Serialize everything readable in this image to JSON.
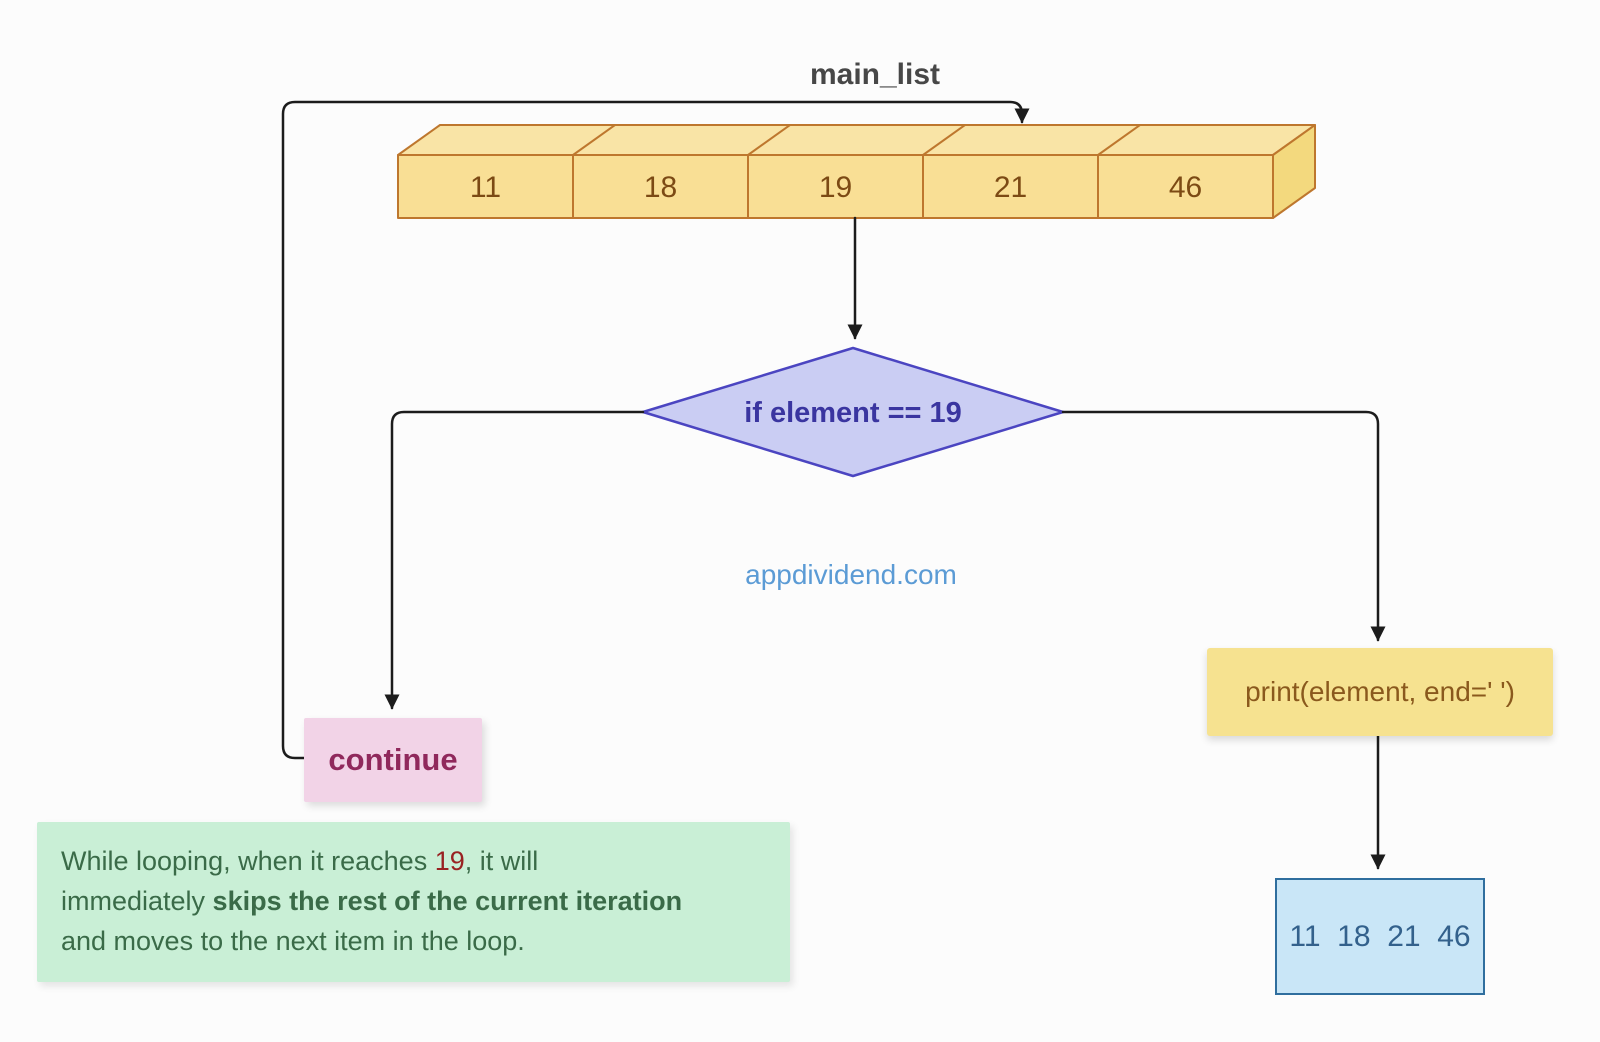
{
  "header": {
    "list_label": "main_list"
  },
  "array": {
    "values": [
      "11",
      "18",
      "19",
      "21",
      "46"
    ]
  },
  "condition": {
    "label": "if element == 19"
  },
  "branches": {
    "continue_label": "continue",
    "print_label": "print(element, end=' ')"
  },
  "output": {
    "values": "11  18  21  46"
  },
  "watermark": {
    "text": "appdividend.com"
  },
  "note": {
    "s1": "While looping, when it reaches ",
    "s2": "19",
    "s3": ", it will",
    "s4": "immediately ",
    "s5": "skips the rest of the current iteration",
    "s6": "and moves to the next item in the loop."
  },
  "colors": {
    "array_fill": "#F9DF95",
    "array_top_fill": "#F9E4A6",
    "array_side_fill": "#F3D97E",
    "array_border": "#BE772E",
    "array_text": "#7C4A14",
    "diamond_fill": "#CACDF3",
    "diamond_border": "#4B45C1",
    "diamond_text": "#3A35A0",
    "print_fill": "#F6E290",
    "print_text": "#8A591D",
    "continue_fill": "#F2D3E7",
    "continue_text": "#90285C",
    "output_fill": "#C9E6F7",
    "output_border": "#2F6E9E",
    "output_text": "#33618C",
    "note_fill": "#C9EFD6",
    "note_text": "#3A6B48",
    "note_highlight": "#992222",
    "watermark_color": "#5B9BD5",
    "arrow_color": "#1C1C1C"
  }
}
